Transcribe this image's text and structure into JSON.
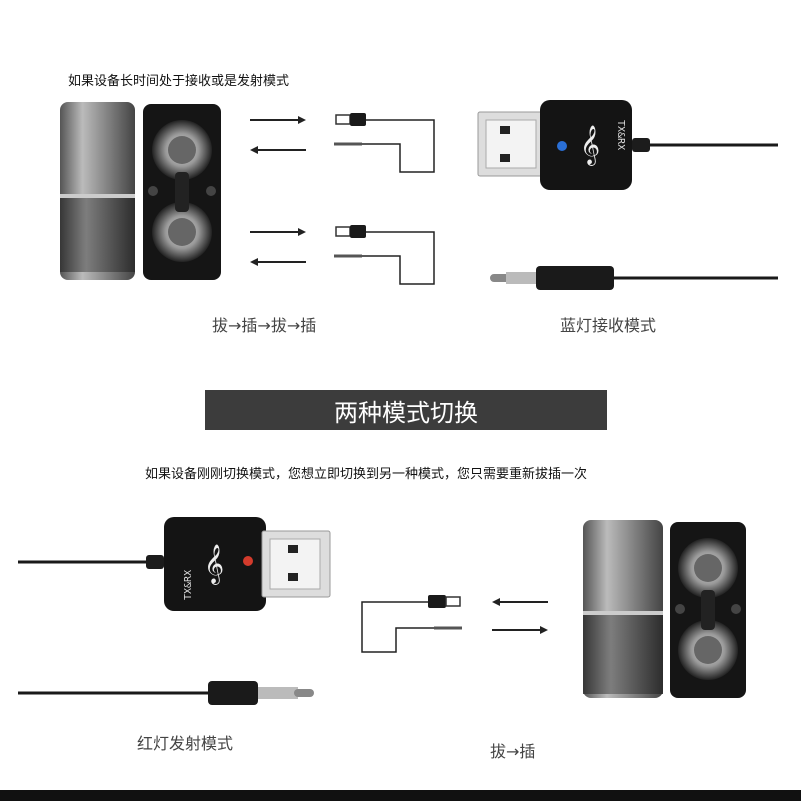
{
  "top": {
    "caption": "如果设备长时间处于接收或是发射模式",
    "label_left": "拔→插→拔→插",
    "label_right": "蓝灯接收模式",
    "adapter_text": "TX&RX"
  },
  "banner": {
    "title": "两种模式切换"
  },
  "bottom": {
    "caption": "如果设备刚刚切换模式，您想立即切换到另一种模式，您只需要重新拔插一次",
    "label_left": "红灯发射模式",
    "label_right": "拔→插",
    "adapter_text": "TX&RX"
  },
  "colors": {
    "banner_bg": "#3c3c3c",
    "banner_text": "#ffffff",
    "blue_led": "#2a6fd6",
    "red_led": "#d33b2c"
  }
}
